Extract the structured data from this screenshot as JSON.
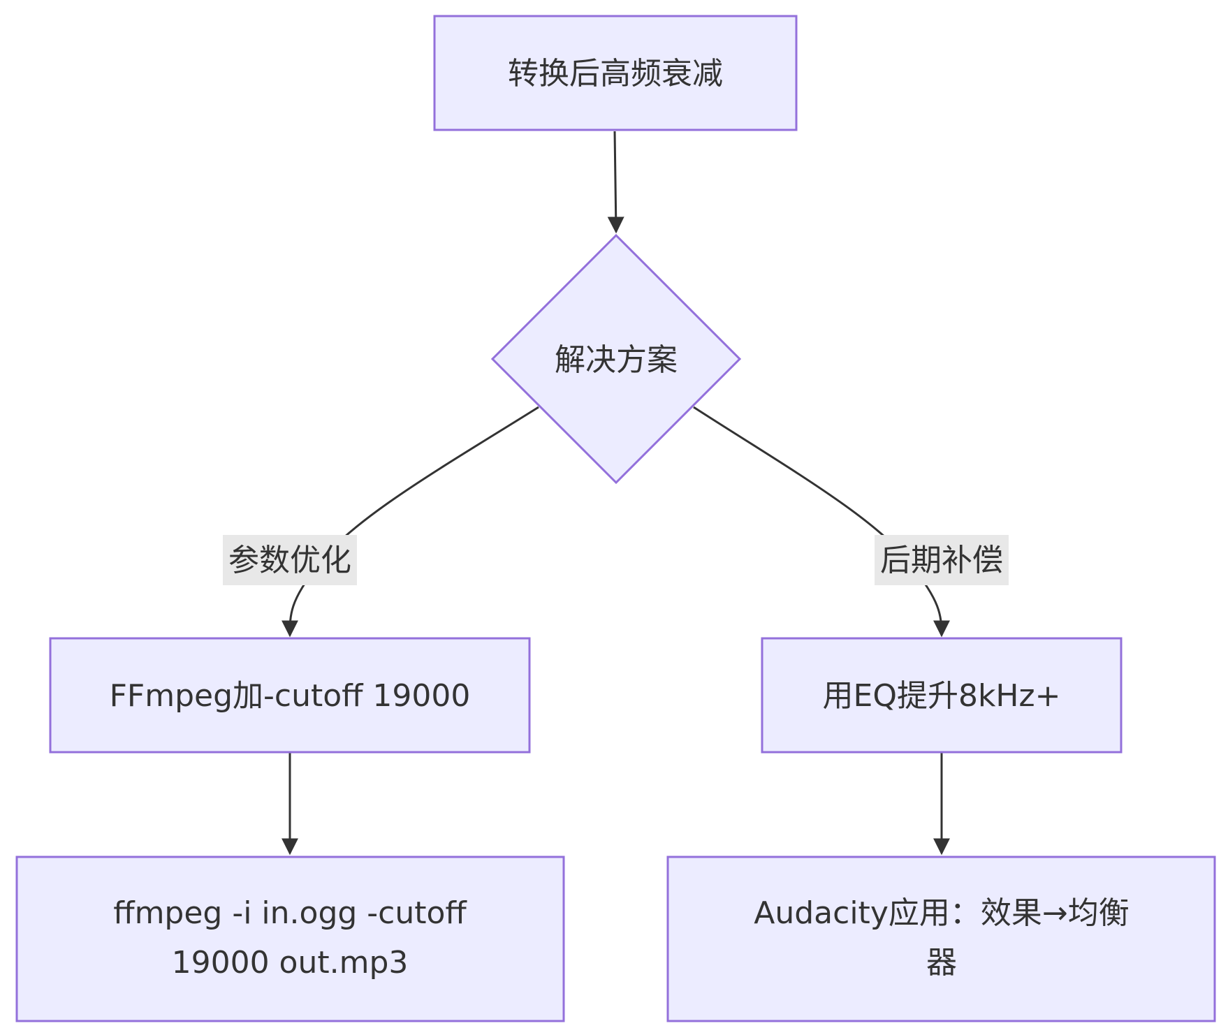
{
  "nodes": {
    "start": {
      "label": "转换后高频衰减"
    },
    "decision": {
      "label": "解决方案"
    },
    "left_mid": {
      "label": "FFmpeg加-cutoff 19000"
    },
    "right_mid": {
      "label": "用EQ提升8kHz+"
    },
    "left_bottom": {
      "line1": "ffmpeg -i in.ogg -cutoff",
      "line2": "19000 out.mp3"
    },
    "right_bottom": {
      "line1": "Audacity应用：效果→均衡",
      "line2": "器"
    }
  },
  "edges": {
    "left_label": "参数优化",
    "right_label": "后期补偿"
  },
  "colors": {
    "node_fill": "#ECECFF",
    "node_stroke": "#9370DB",
    "edge": "#333333",
    "edge_label_bg": "#E8E8E8"
  }
}
